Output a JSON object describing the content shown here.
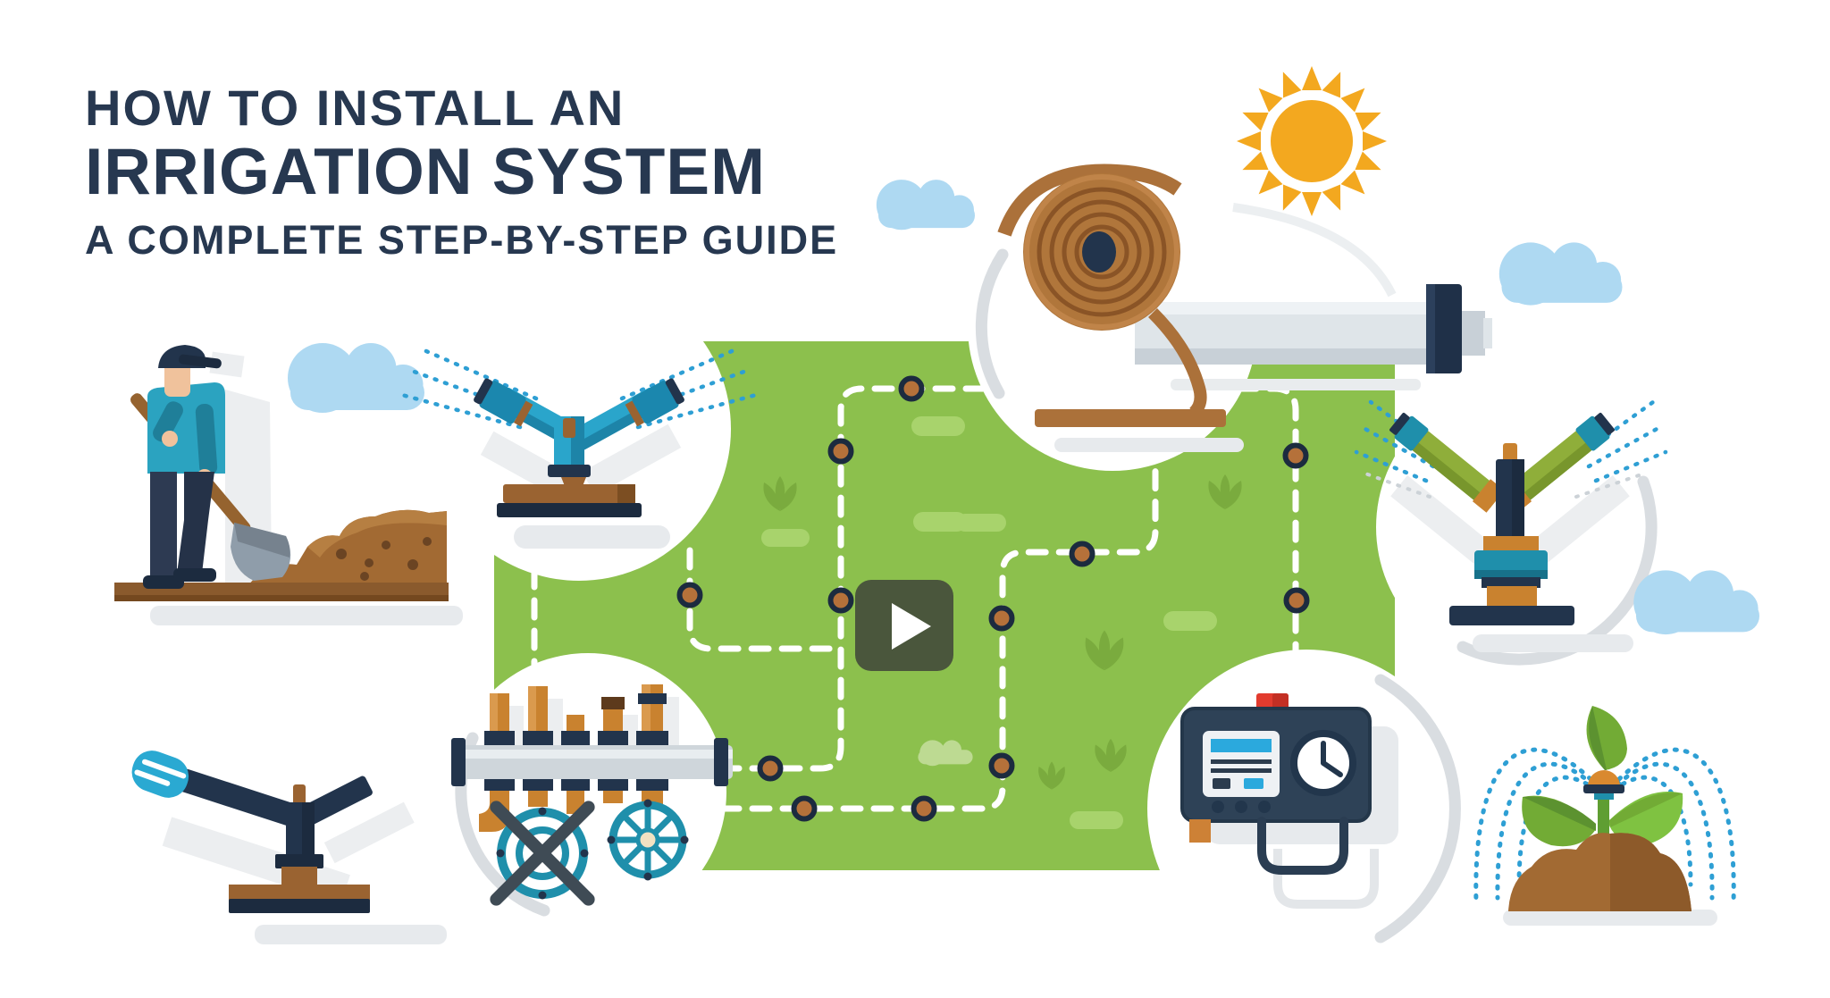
{
  "title": {
    "line1": "HOW TO INSTALL AN",
    "line2": "IRRIGATION SYSTEM",
    "line3": "A COMPLETE STEP-BY-STEP GUIDE"
  },
  "play_button": {
    "aria_label": "Play video"
  },
  "icons": [
    "sun-icon",
    "cloud-icon",
    "digging-person-icon",
    "impact-sprinkler-icon",
    "hose-reel-icon",
    "water-pipe-icon",
    "valve-manifold-icon",
    "closed-valve-icon",
    "open-valve-icon",
    "irrigation-controller-icon",
    "clock-icon",
    "play-icon",
    "drip-irrigation-plant-icon",
    "lawn-field",
    "dashed-pipe-route",
    "sprinkler-head-dot"
  ],
  "colors": {
    "green": "#8cc04d",
    "grass-dark": "#7aab3e",
    "grass-light": "#a8d36c",
    "grass-pale": "#bdda92",
    "navy": "#22344c",
    "navy-deep": "#1c2b3f",
    "slate": "#2e4257",
    "text": "#273850",
    "teal": "#1f8fab",
    "teal-dark": "#17718a",
    "blue": "#2aa5cb",
    "blue-dark": "#1d84a8",
    "cyan": "#2aa9d2",
    "spray": "#2e9fd4",
    "copper": "#c9822f",
    "copper-light": "#da9a4e",
    "brown": "#9a6331",
    "brown-deep": "#7c4e22",
    "hose": "#ab713a",
    "hose-dark": "#8a5426",
    "soil": "#a26a33",
    "soil-light": "#b67f42",
    "soil-dot": "#6b4423",
    "dot": "#b5713a",
    "pipe": "#dfe5e9",
    "pipe-light": "#eef2f5",
    "pipe-dark": "#c8d0d7",
    "steel": "#cfd6db",
    "gray": "#e7eaed",
    "gray2": "#d9dde1",
    "sun": "#f3a81f",
    "cloud": "#aed9f2",
    "red": "#e23b2e",
    "orange-tab": "#cd8136",
    "skin": "#f0c29c",
    "shirt": "#2ba3c0",
    "shirt-dark": "#1f7f99",
    "pants": "#2d3a52",
    "play": "#4a563c",
    "arm-green": "#8fae3a",
    "arm-green-dark": "#78962c",
    "panel": "#eef1f4",
    "panel-blue": "#2ba9dd",
    "cream": "#f2e2c2",
    "xbar": "#3f4b55",
    "leaf": "#72ab35",
    "leaf-dark": "#5c9230",
    "leaf-light": "#7fc241"
  }
}
